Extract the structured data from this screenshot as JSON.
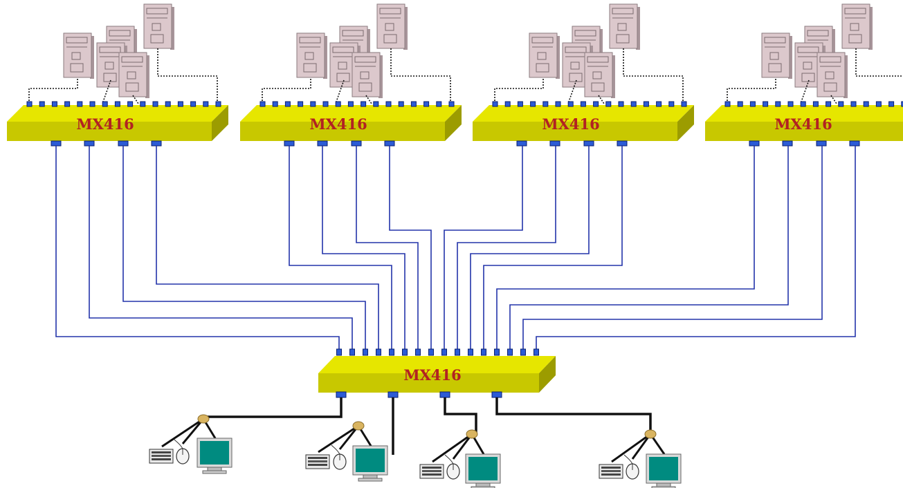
{
  "switch_label": "MX416",
  "top_switches": [
    {
      "label": "MX416"
    },
    {
      "label": "MX416"
    },
    {
      "label": "MX416"
    },
    {
      "label": "MX416"
    }
  ],
  "central_switch": {
    "label": "MX416"
  },
  "consoles": [
    {
      "devices": [
        "keyboard-icon",
        "mouse-icon",
        "monitor-icon"
      ]
    },
    {
      "devices": [
        "keyboard-icon",
        "mouse-icon",
        "monitor-icon"
      ]
    },
    {
      "devices": [
        "keyboard-icon",
        "mouse-icon",
        "monitor-icon"
      ]
    },
    {
      "devices": [
        "keyboard-icon",
        "mouse-icon",
        "monitor-icon"
      ]
    }
  ],
  "colors": {
    "switch_top": "#e6e600",
    "switch_front": "#c8c800",
    "switch_side": "#9c9c00",
    "label": "#b22222",
    "port": "#2c5bd6",
    "blue_cable": "#2233aa",
    "monitor_screen": "#008b80",
    "hub": "#d9b460"
  }
}
